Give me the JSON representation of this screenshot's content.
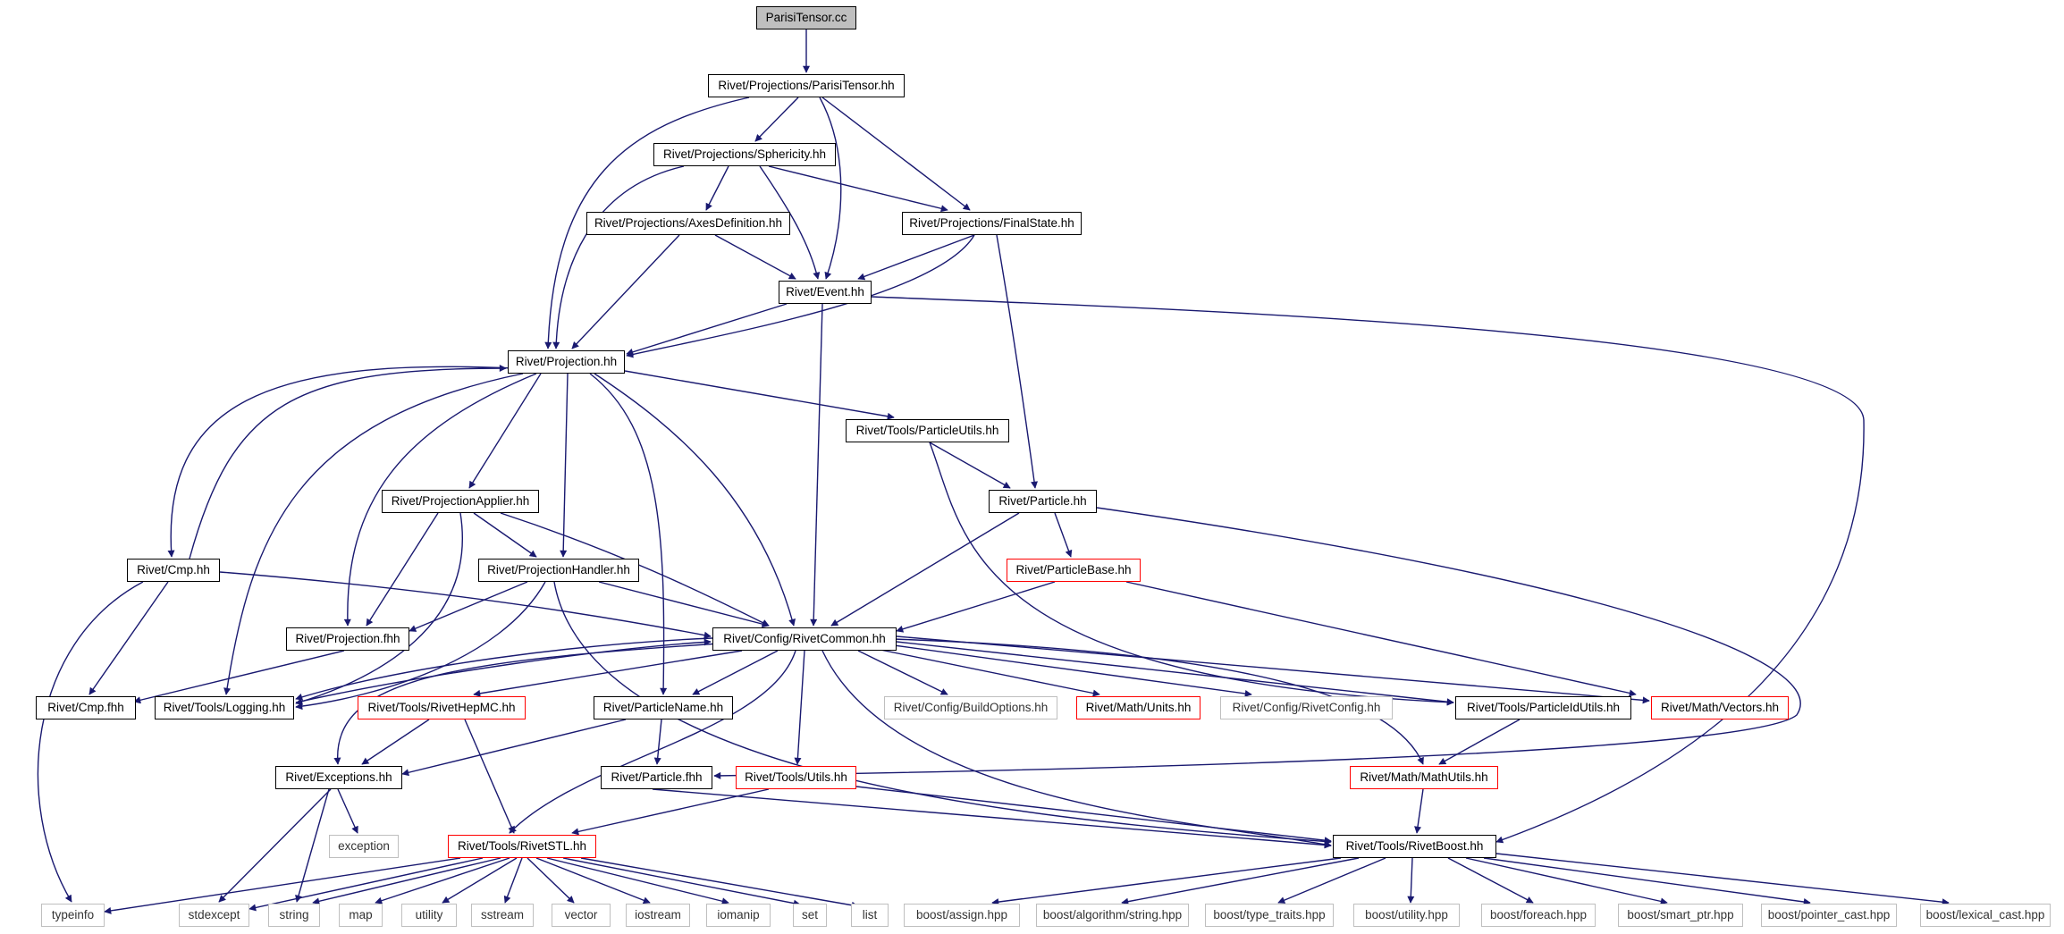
{
  "colors": {
    "edge": "#191970",
    "black_border": "#000000",
    "red_border": "#ff0000",
    "grey_border": "#bfbfbf",
    "root_fill": "#bfbfbf"
  },
  "nodes": {
    "root": "ParisiTensor.cc",
    "parisi_tensor_hh": "Rivet/Projections/ParisiTensor.hh",
    "sphericity_hh": "Rivet/Projections/Sphericity.hh",
    "axes_definition_hh": "Rivet/Projections/AxesDefinition.hh",
    "final_state_hh": "Rivet/Projections/FinalState.hh",
    "event_hh": "Rivet/Event.hh",
    "projection_hh": "Rivet/Projection.hh",
    "particle_utils_hh": "Rivet/Tools/ParticleUtils.hh",
    "projection_applier_hh": "Rivet/ProjectionApplier.hh",
    "particle_hh": "Rivet/Particle.hh",
    "cmp_hh": "Rivet/Cmp.hh",
    "projection_handler_hh": "Rivet/ProjectionHandler.hh",
    "particle_base_hh": "Rivet/ParticleBase.hh",
    "projection_fhh": "Rivet/Projection.fhh",
    "rivet_common_hh": "Rivet/Config/RivetCommon.hh",
    "cmp_fhh": "Rivet/Cmp.fhh",
    "logging_hh": "Rivet/Tools/Logging.hh",
    "rivet_hepmc_hh": "Rivet/Tools/RivetHepMC.hh",
    "particle_name_hh": "Rivet/ParticleName.hh",
    "build_options_hh": "Rivet/Config/BuildOptions.hh",
    "units_hh": "Rivet/Math/Units.hh",
    "rivet_config_hh": "Rivet/Config/RivetConfig.hh",
    "particle_id_utils_hh": "Rivet/Tools/ParticleIdUtils.hh",
    "vectors_hh": "Rivet/Math/Vectors.hh",
    "exceptions_hh": "Rivet/Exceptions.hh",
    "particle_fhh": "Rivet/Particle.fhh",
    "utils_hh": "Rivet/Tools/Utils.hh",
    "math_utils_hh": "Rivet/Math/MathUtils.hh",
    "exception": "exception",
    "rivet_stl_hh": "Rivet/Tools/RivetSTL.hh",
    "rivet_boost_hh": "Rivet/Tools/RivetBoost.hh",
    "typeinfo": "typeinfo",
    "stdexcept": "stdexcept",
    "string": "string",
    "map": "map",
    "utility": "utility",
    "sstream": "sstream",
    "vector": "vector",
    "iostream": "iostream",
    "iomanip": "iomanip",
    "set": "set",
    "list": "list",
    "boost_assign": "boost/assign.hpp",
    "boost_algorithm_string": "boost/algorithm/string.hpp",
    "boost_type_traits": "boost/type_traits.hpp",
    "boost_utility": "boost/utility.hpp",
    "boost_foreach": "boost/foreach.hpp",
    "boost_smart_ptr": "boost/smart_ptr.hpp",
    "boost_pointer_cast": "boost/pointer_cast.hpp",
    "boost_lexical_cast": "boost/lexical_cast.hpp"
  }
}
